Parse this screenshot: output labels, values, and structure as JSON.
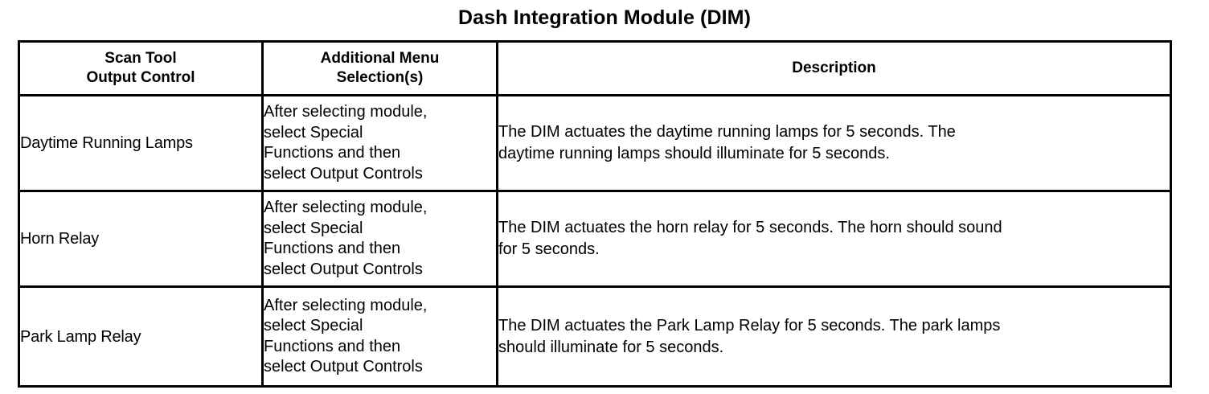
{
  "document": {
    "title": "Dash Integration Module (DIM)"
  },
  "table": {
    "columns": [
      {
        "id": "scan-tool-output-control",
        "line1": "Scan Tool",
        "line2": "Output Control"
      },
      {
        "id": "additional-menu-selections",
        "line1": "Additional Menu",
        "line2": "Selection(s)"
      },
      {
        "id": "description",
        "line1": "Description",
        "line2": ""
      }
    ],
    "rows": [
      {
        "control": "Daytime Running Lamps",
        "menu": {
          "line1": "After selecting module,",
          "line2": "select Special",
          "line3": "Functions and then",
          "line4": "select Output Controls"
        },
        "description": {
          "line1": "The DIM actuates the daytime running lamps for 5 seconds. The",
          "line2": "daytime running lamps should illuminate for 5 seconds."
        }
      },
      {
        "control": "Horn Relay",
        "menu": {
          "line1": "After selecting module,",
          "line2": "select Special",
          "line3": "Functions and then",
          "line4": "select Output Controls"
        },
        "description": {
          "line1": "The DIM actuates the horn relay for 5 seconds. The horn should sound",
          "line2": "for 5 seconds."
        }
      },
      {
        "control": "Park Lamp Relay",
        "menu": {
          "line1": "After selecting module,",
          "line2": "select Special",
          "line3": "Functions and then",
          "line4": "select Output Controls"
        },
        "description": {
          "line1": "The DIM actuates the Park Lamp Relay for 5 seconds. The park lamps",
          "line2": "should illuminate for 5 seconds."
        }
      }
    ]
  },
  "colors": {
    "page_background": "#ffffff",
    "text": "#000000",
    "table_border": "#000000"
  }
}
